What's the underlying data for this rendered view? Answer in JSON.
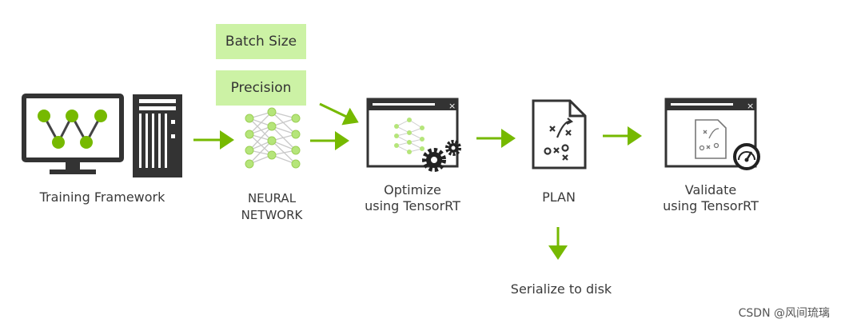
{
  "colors": {
    "accent": "#76b900",
    "pill_bg": "#ccf2a5",
    "ink": "#333333",
    "text": "#3a3a3a"
  },
  "inputs": {
    "batch_size": "Batch Size",
    "precision": "Precision"
  },
  "stages": {
    "training_framework": "Training Framework",
    "neural_network_line1": "NEURAL",
    "neural_network_line2": "NETWORK",
    "optimize_line1": "Optimize",
    "optimize_line2": "using TensorRT",
    "plan": "PLAN",
    "validate_line1": "Validate",
    "validate_line2": "using TensorRT"
  },
  "output": {
    "serialize": "Serialize to disk"
  },
  "watermark": "CSDN @风间琉璃"
}
